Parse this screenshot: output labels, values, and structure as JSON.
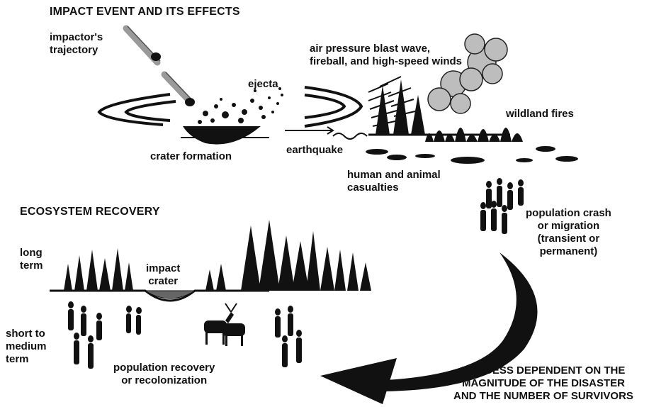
{
  "titles": {
    "impact_event": "IMPACT EVENT AND ITS EFFECTS",
    "ecosystem_recovery": "ECOSYSTEM RECOVERY"
  },
  "labels": {
    "impactor_trajectory": [
      "impactor's",
      "trajectory"
    ],
    "ejecta": "ejecta",
    "crater_formation": "crater formation",
    "earthquake": "earthquake",
    "blast": [
      "air pressure blast wave,",
      "fireball, and high-speed winds"
    ],
    "wildland_fires": "wildland fires",
    "casualties": [
      "human and animal",
      "casualties"
    ],
    "population_crash": [
      "population crash",
      "or migration",
      "(transient or",
      "permanent)"
    ],
    "long_term": [
      "long",
      "term"
    ],
    "impact_crater": [
      "impact",
      "crater"
    ],
    "short_medium": [
      "short to",
      "medium",
      "term"
    ],
    "population_recovery": [
      "population recovery",
      "or recolonization"
    ],
    "process_note": [
      "PROCESS DEPENDENT ON THE",
      "MAGNITUDE OF THE DISASTER",
      "AND THE NUMBER OF SURVIVORS"
    ]
  },
  "colors": {
    "ink": "#111111",
    "paper": "#ffffff",
    "smoke": "#bdbdbd"
  }
}
